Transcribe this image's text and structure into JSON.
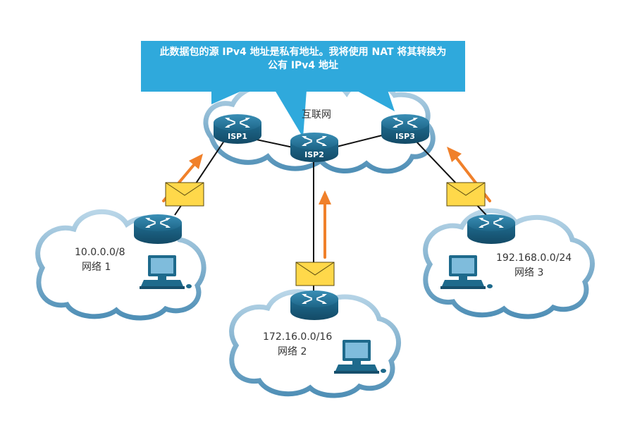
{
  "callout": {
    "line1": "此数据包的源 IPv4 地址是私有地址。我将使用 NAT 将其转换为",
    "line2": "公有 IPv4 地址",
    "color": "#2fa9dc"
  },
  "internet": {
    "label": "互联网"
  },
  "routers": {
    "isp1": "ISP1",
    "isp2": "ISP2",
    "isp3": "ISP3"
  },
  "networks": {
    "net1": {
      "address": "10.0.0.0/8",
      "name": "网络 1"
    },
    "net2": {
      "address": "172.16.0.0/16",
      "name": "网络 2"
    },
    "net3": {
      "address": "192.168.0.0/24",
      "name": "网络 3"
    }
  },
  "colors": {
    "router": "#1e6a8c",
    "cloud_stroke": "#6aa6c8",
    "arrow": "#f0802a",
    "envelope": "#ffd84a",
    "link": "#111111"
  }
}
